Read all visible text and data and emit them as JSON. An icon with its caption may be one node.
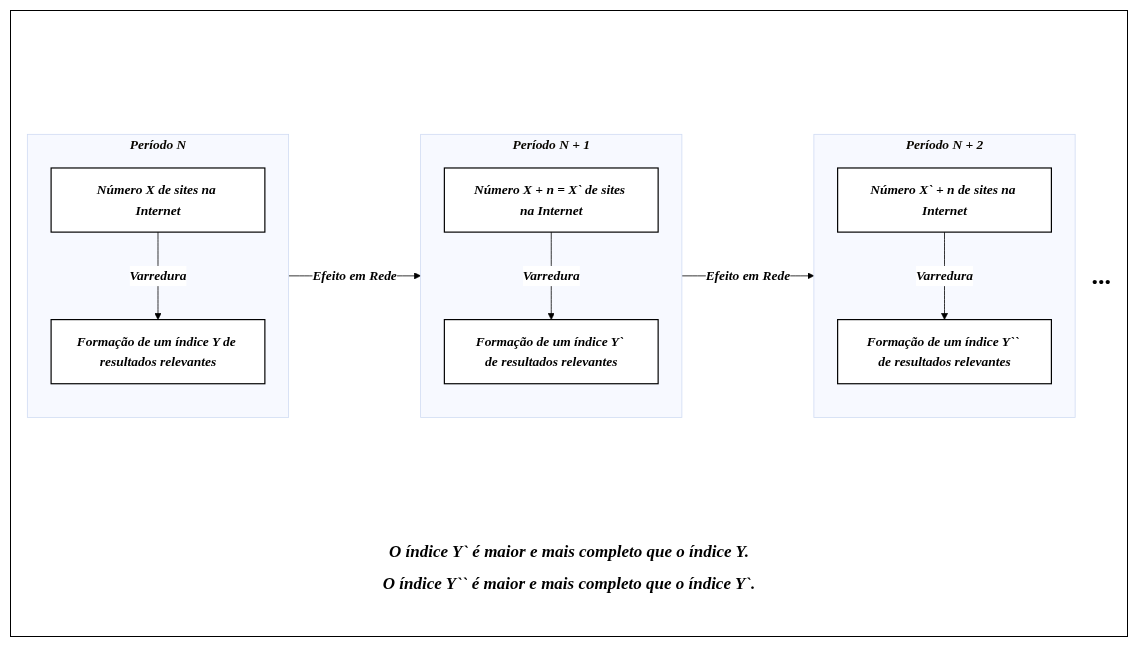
{
  "diagram": {
    "nodes": [
      {
        "text": [
          "Período N"
        ]
      },
      {
        "text": [
          "Número X de sites na Internet"
        ],
        "in": 0
      },
      {
        "text": [
          "Formação de um índice Y de resultados relevantes"
        ],
        "in": 0
      },
      {
        "text": [
          "Período N + 1"
        ]
      },
      {
        "text": [
          "Número X + n = X` de sites na Internet"
        ],
        "in": 3
      },
      {
        "text": [
          "Formação de um índice Y` de resultados relevantes"
        ],
        "in": 3
      },
      {
        "text": [
          "Período N + 2"
        ]
      },
      {
        "text": [
          "Número X` + n de sites na Internet"
        ],
        "in": 6
      },
      {
        "text": [
          "Formação de um índice Y`` de resultados relevantes"
        ],
        "in": 6
      }
    ],
    "edges": [
      {
        "from": 0,
        "to": 3,
        "arrow": "to",
        "label": "Efeito em Rede"
      },
      {
        "from": 3,
        "to": 6,
        "arrow": "to",
        "label": "Efeito em Rede"
      },
      {
        "from": 1,
        "to": 2,
        "arrow": "to",
        "label": "Varredura"
      },
      {
        "from": 4,
        "to": 5,
        "arrow": "to",
        "label": "Varredura"
      },
      {
        "from": 7,
        "to": 8,
        "arrow": "to",
        "label": "Varredura"
      }
    ],
    "labels": [
      "...",
      "O índice Y` é maior e mais completo que o índice Y.",
      "O índice Y`` é maior e mais completo que o índice Y`."
    ]
  }
}
